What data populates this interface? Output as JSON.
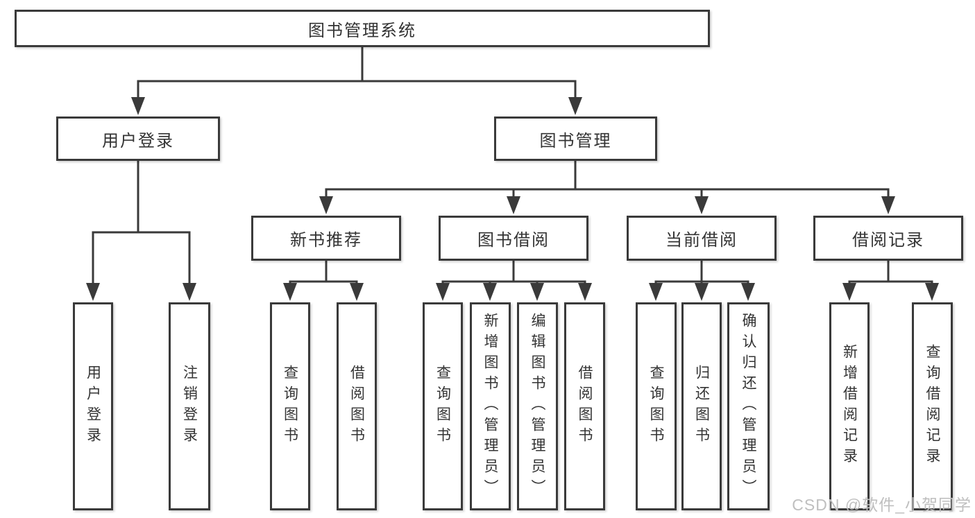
{
  "colors": {
    "line": "#3a3a3a",
    "text": "#333333",
    "box_background": "#ffffff",
    "watermark": "#bfbfbf"
  },
  "root": {
    "label": "图书管理系统"
  },
  "level2": {
    "user_login": {
      "label": "用户登录"
    },
    "book_mgmt": {
      "label": "图书管理"
    }
  },
  "level3": {
    "new_book": {
      "label": "新书推荐"
    },
    "book_borrow": {
      "label": "图书借阅"
    },
    "current_borrow": {
      "label": "当前借阅"
    },
    "borrow_record": {
      "label": "借阅记录"
    }
  },
  "leaves": {
    "user_login": {
      "login": "用户登录",
      "logout": "注销登录"
    },
    "new_book": {
      "query": "查询图书",
      "borrow": "借阅图书"
    },
    "book_borrow": {
      "query": "查询图书",
      "add": "新增图书（管理员）",
      "edit": "编辑图书（管理员）",
      "borrow": "借阅图书"
    },
    "current_borrow": {
      "query": "查询图书",
      "return": "归还图书",
      "confirm_return": "确认归还（管理员）"
    },
    "borrow_record": {
      "add": "新增借阅记录",
      "query": "查询借阅记录"
    }
  },
  "watermark": "CSDN @软件_小贺同学"
}
